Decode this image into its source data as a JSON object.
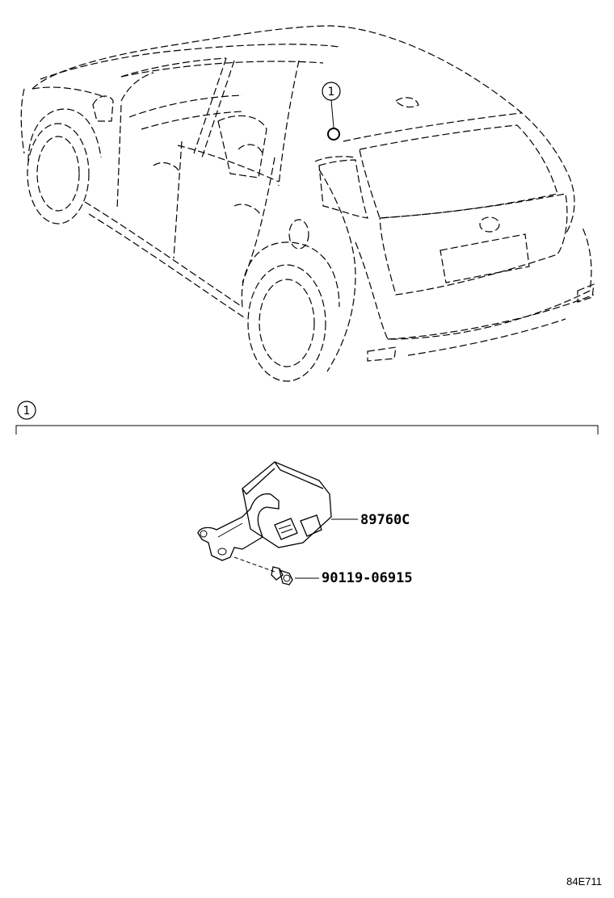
{
  "car_callout": {
    "ref_number": "1"
  },
  "section_header": {
    "ref_number": "1"
  },
  "parts": [
    {
      "part_number": "89760C"
    },
    {
      "part_number": "90119-06915"
    }
  ],
  "diagram_id": "84E711"
}
